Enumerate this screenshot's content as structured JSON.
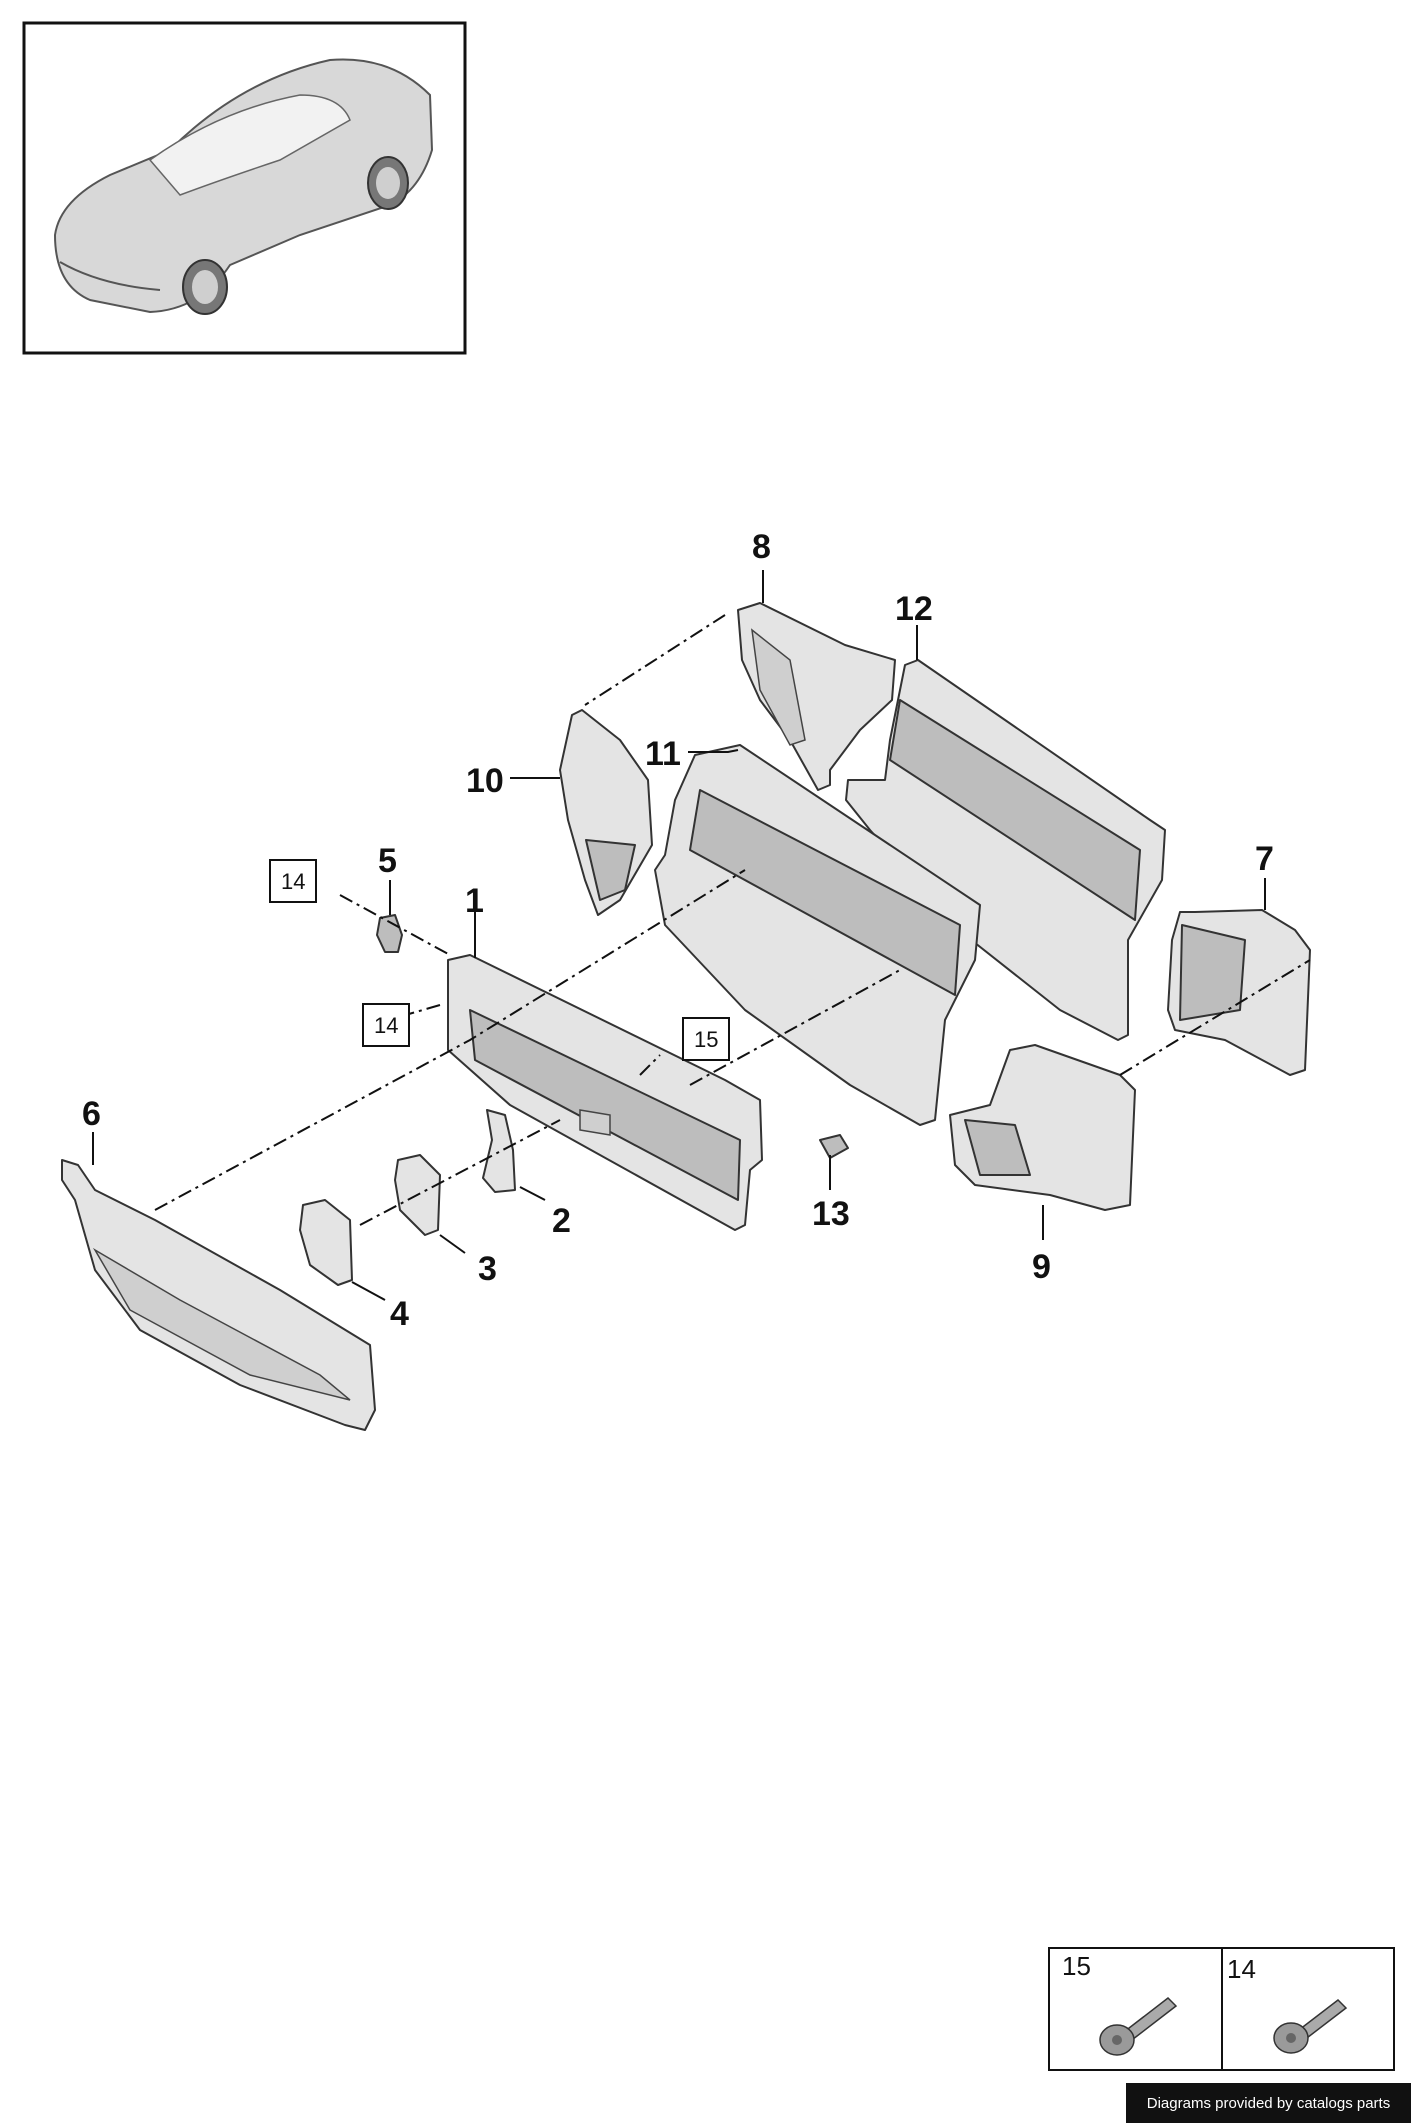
{
  "callouts": [
    "1",
    "2",
    "3",
    "4",
    "5",
    "6",
    "7",
    "8",
    "9",
    "10",
    "11",
    "12",
    "13"
  ],
  "boxed_refs": [
    "14",
    "14",
    "15"
  ],
  "legend": {
    "cells": [
      "15",
      "14"
    ]
  },
  "credit": "Diagrams provided by catalogs parts"
}
